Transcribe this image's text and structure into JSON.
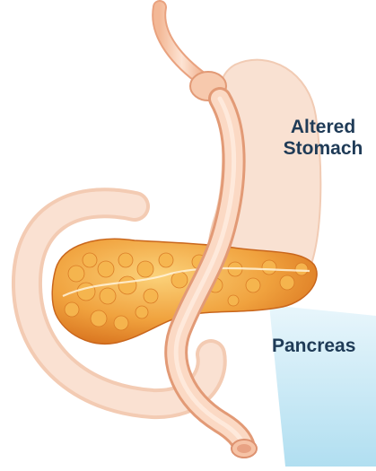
{
  "labels": {
    "stomach_line1": "Altered",
    "stomach_line2": "Stomach",
    "pancreas": "Pancreas"
  },
  "colors": {
    "tissue_fill": "#f9dccb",
    "tissue_outline": "#efb99a",
    "pancreas_orange": "#e88a2a",
    "pancreas_highlight": "#f8c56a",
    "callout_blue": "#bfe4f2",
    "label_text": "#1f3b57"
  }
}
